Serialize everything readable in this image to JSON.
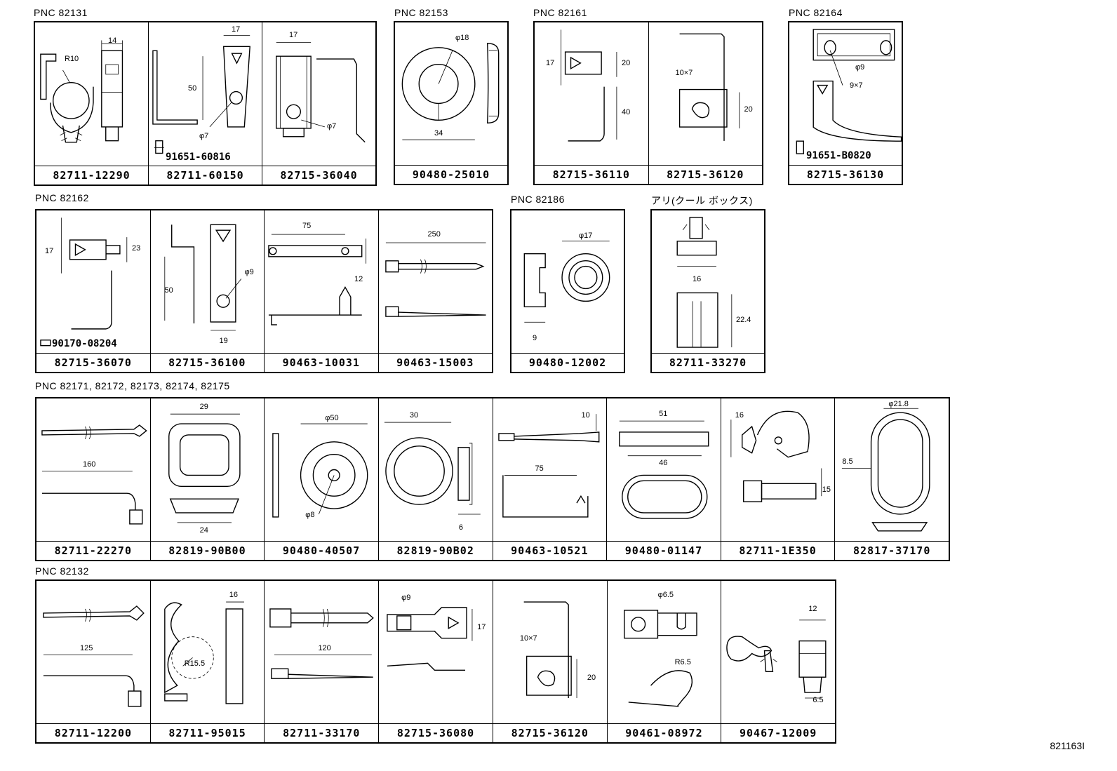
{
  "groups": [
    {
      "pnc": "PNC 82131",
      "parts": [
        {
          "pn": "82711-12290",
          "icon": "harness-clamp-icon",
          "dims": [
            "R10",
            "14"
          ]
        },
        {
          "pn": "82711-60150",
          "icon": "bracket-icon",
          "dims": [
            "17",
            "50",
            "φ7"
          ],
          "bolt": "91651-60816"
        },
        {
          "pn": "82715-36040",
          "icon": "bracket-icon",
          "dims": [
            "17",
            "φ7"
          ]
        }
      ]
    },
    {
      "pnc": "PNC 82153",
      "parts": [
        {
          "pn": "90480-25010",
          "icon": "grommet-icon",
          "dims": [
            "φ18",
            "34"
          ]
        }
      ]
    },
    {
      "pnc": "PNC 82161",
      "parts": [
        {
          "pn": "82715-36110",
          "icon": "clamp-bracket-icon",
          "dims": [
            "17",
            "20",
            "40"
          ]
        },
        {
          "pn": "82715-36120",
          "icon": "bracket-icon",
          "dims": [
            "10×7",
            "20"
          ]
        }
      ]
    },
    {
      "pnc": "PNC 82164",
      "parts": [
        {
          "pn": "82715-36130",
          "icon": "bracket-icon",
          "dims": [
            "φ9",
            "9×7"
          ],
          "bolt": "91651-B0820"
        }
      ]
    },
    {
      "pnc": "PNC 82162",
      "parts": [
        {
          "pn": "82715-36070",
          "icon": "clamp-bracket-icon",
          "dims": [
            "17",
            "23"
          ],
          "bolt": "90170-08204"
        },
        {
          "pn": "82715-36100",
          "icon": "bracket-icon",
          "dims": [
            "50",
            "φ9",
            "19"
          ]
        },
        {
          "pn": "90463-10031",
          "icon": "band-clamp-icon",
          "dims": [
            "75",
            "12"
          ]
        },
        {
          "pn": "90463-15003",
          "icon": "cable-tie-icon",
          "dims": [
            "250"
          ]
        }
      ]
    },
    {
      "pnc": "PNC 82186",
      "parts": [
        {
          "pn": "90480-12002",
          "icon": "grommet-icon",
          "dims": [
            "φ17",
            "9"
          ]
        }
      ]
    },
    {
      "pnc": "アリ(クール ボックス)",
      "parts": [
        {
          "pn": "82711-33270",
          "icon": "connector-clamp-icon",
          "dims": [
            "16",
            "22.4"
          ]
        }
      ]
    },
    {
      "pnc": "PNC 82171, 82172, 82173, 82174, 82175",
      "parts": [
        {
          "pn": "82711-22270",
          "icon": "band-clamp-icon",
          "dims": [
            "160"
          ]
        },
        {
          "pn": "82819-90B00",
          "icon": "grommet-icon",
          "dims": [
            "29",
            "24"
          ]
        },
        {
          "pn": "90480-40507",
          "icon": "grommet-icon",
          "dims": [
            "φ50",
            "φ8"
          ]
        },
        {
          "pn": "82819-90B02",
          "icon": "grommet-icon",
          "dims": [
            "30",
            "6"
          ]
        },
        {
          "pn": "90463-10521",
          "icon": "band-clamp-icon",
          "dims": [
            "10",
            "75"
          ]
        },
        {
          "pn": "90480-01147",
          "icon": "grommet-icon",
          "dims": [
            "51",
            "46"
          ]
        },
        {
          "pn": "82711-1E350",
          "icon": "connector-clamp-icon",
          "dims": [
            "16",
            "15"
          ]
        },
        {
          "pn": "82817-37170",
          "icon": "grommet-icon",
          "dims": [
            "φ21.8",
            "8.5"
          ]
        }
      ]
    },
    {
      "pnc": "PNC 82132",
      "parts": [
        {
          "pn": "82711-12200",
          "icon": "band-clamp-icon",
          "dims": [
            "125"
          ]
        },
        {
          "pn": "82711-95015",
          "icon": "harness-clamp-icon",
          "dims": [
            "16",
            "R15.5"
          ]
        },
        {
          "pn": "82711-33170",
          "icon": "band-clamp-icon",
          "dims": [
            "120"
          ]
        },
        {
          "pn": "82715-36080",
          "icon": "clamp-bracket-icon",
          "dims": [
            "φ9",
            "17"
          ]
        },
        {
          "pn": "82715-36120",
          "icon": "bracket-icon",
          "dims": [
            "10×7",
            "20"
          ]
        },
        {
          "pn": "90461-08972",
          "icon": "hook-clamp-icon",
          "dims": [
            "φ6.5",
            "R6.5"
          ]
        },
        {
          "pn": "90467-12009",
          "icon": "clip-icon",
          "dims": [
            "12",
            "6.5"
          ]
        }
      ]
    }
  ],
  "drawing_ref": "821163I"
}
